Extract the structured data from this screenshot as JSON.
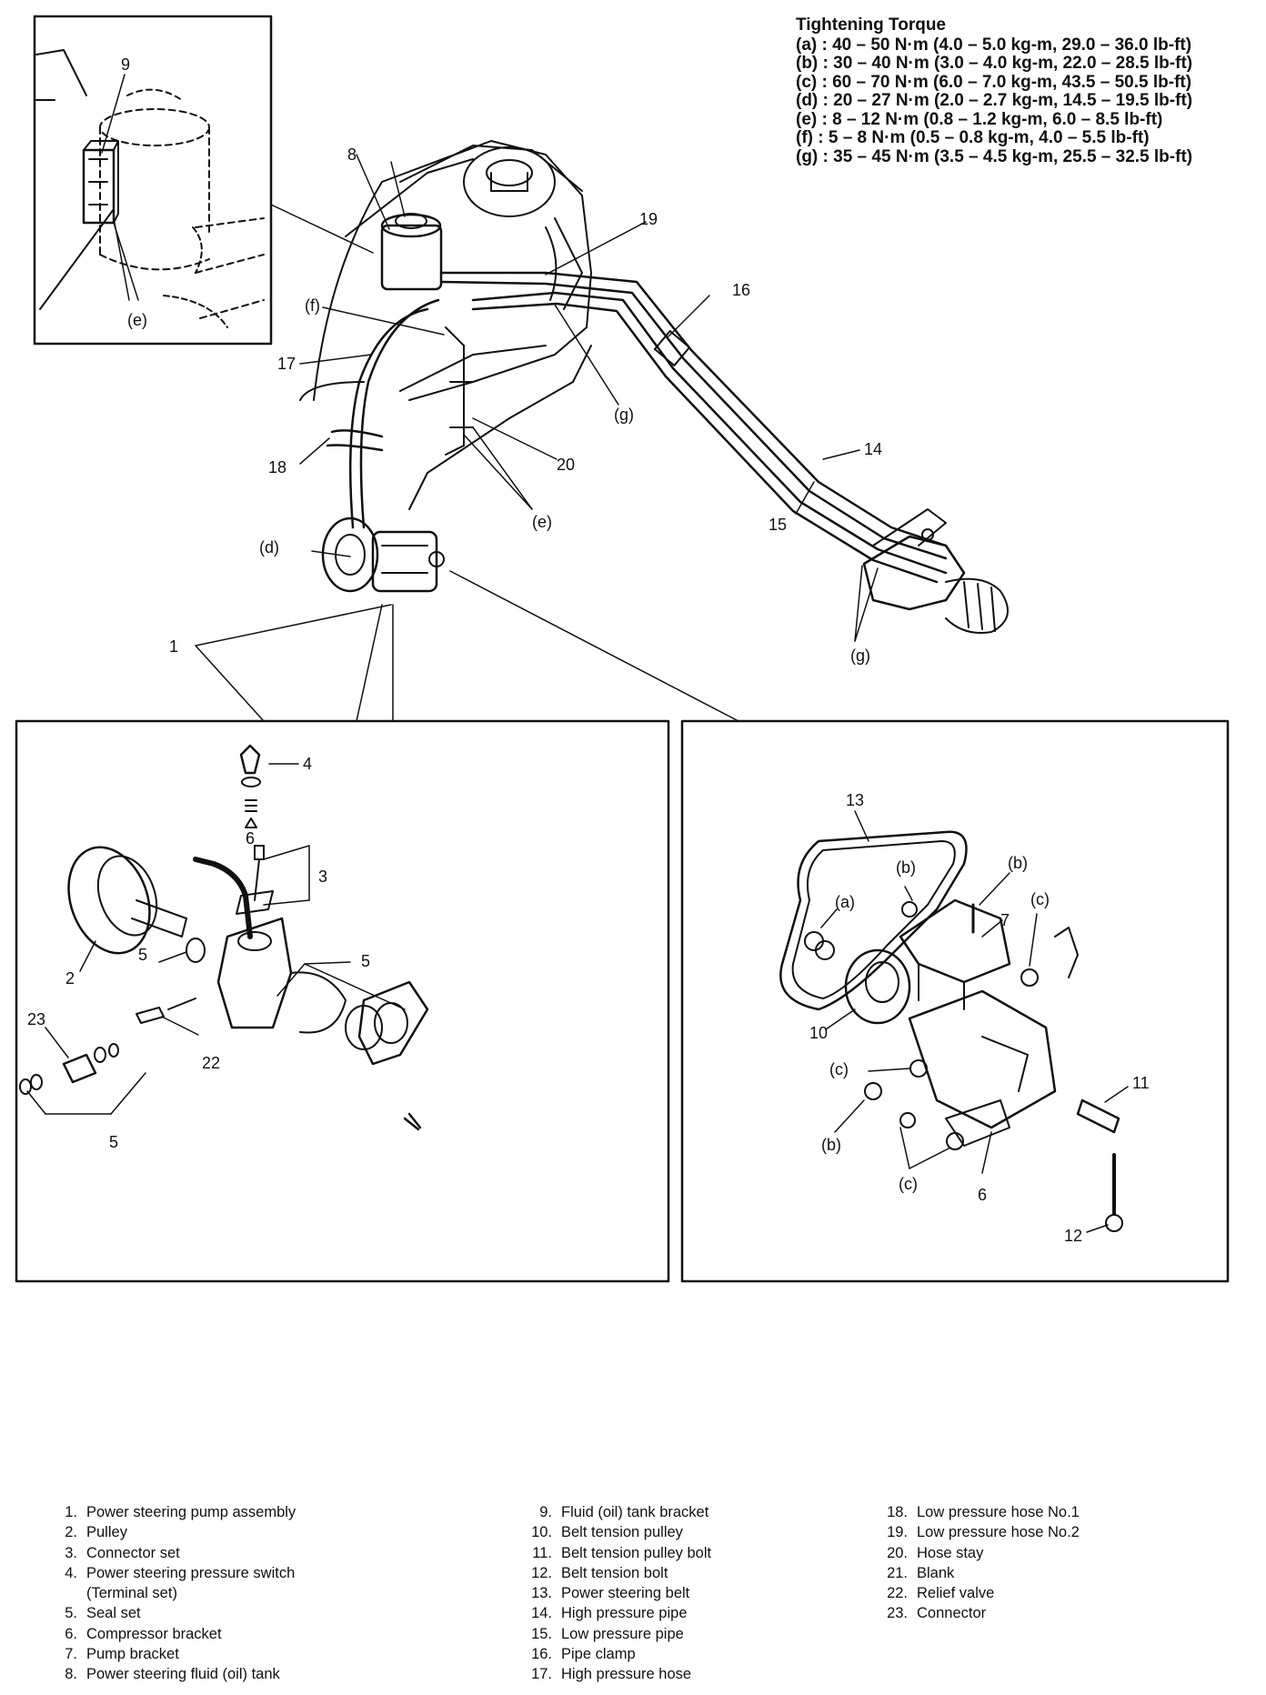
{
  "torque": {
    "title": "Tightening Torque",
    "rows": [
      "(a) : 40 – 50 N·m (4.0 – 5.0 kg-m, 29.0 – 36.0 lb-ft)",
      "(b) : 30 – 40 N·m (3.0 – 4.0 kg-m, 22.0 – 28.5 lb-ft)",
      "(c) : 60 – 70 N·m (6.0 – 7.0 kg-m, 43.5 – 50.5 lb-ft)",
      "(d) : 20 – 27 N·m (2.0 – 2.7 kg-m, 14.5 – 19.5 lb-ft)",
      "(e) : 8 – 12 N·m (0.8 – 1.2 kg-m, 6.0 – 8.5 lb-ft)",
      "(f)  : 5 – 8 N·m (0.5 – 0.8 kg-m, 4.0 – 5.5 lb-ft)",
      "(g) : 35 – 45 N·m (3.5 – 4.5 kg-m, 25.5 – 32.5 lb-ft)"
    ]
  },
  "callouts": {
    "c1": "1",
    "c2": "2",
    "c3": "3",
    "c4": "4",
    "c5a": "5",
    "c5b": "5",
    "c5c": "5",
    "c6a": "6",
    "c6b": "6",
    "c7": "7",
    "c8": "8",
    "c9": "9",
    "c10": "10",
    "c11": "11",
    "c12": "12",
    "c13": "13",
    "c14": "14",
    "c15": "15",
    "c16": "16",
    "c17": "17",
    "c18": "18",
    "c19": "19",
    "c20": "20",
    "c22": "22",
    "c23": "23",
    "ca": "(a)",
    "cb1": "(b)",
    "cb2": "(b)",
    "cb3": "(b)",
    "cc1": "(c)",
    "cc2": "(c)",
    "cc3": "(c)",
    "cd": "(d)",
    "ce1": "(e)",
    "ce2": "(e)",
    "cf": "(f)",
    "cg1": "(g)",
    "cg2": "(g)"
  },
  "legend": {
    "col1": [
      {
        "num": "1.",
        "label": "Power steering pump assembly"
      },
      {
        "num": "2.",
        "label": "Pulley"
      },
      {
        "num": "3.",
        "label": "Connector set"
      },
      {
        "num": "4.",
        "label": "Power steering pressure switch"
      },
      {
        "num": "",
        "label": "(Terminal set)"
      },
      {
        "num": "5.",
        "label": "Seal set"
      },
      {
        "num": "6.",
        "label": "Compressor bracket"
      },
      {
        "num": "7.",
        "label": "Pump bracket"
      },
      {
        "num": "8.",
        "label": "Power steering fluid (oil) tank"
      }
    ],
    "col2": [
      {
        "num": "9.",
        "label": "Fluid (oil) tank bracket"
      },
      {
        "num": "10.",
        "label": "Belt tension pulley"
      },
      {
        "num": "11.",
        "label": "Belt tension pulley bolt"
      },
      {
        "num": "12.",
        "label": "Belt tension bolt"
      },
      {
        "num": "13.",
        "label": "Power steering belt"
      },
      {
        "num": "14.",
        "label": "High pressure pipe"
      },
      {
        "num": "15.",
        "label": "Low pressure pipe"
      },
      {
        "num": "16.",
        "label": "Pipe clamp"
      },
      {
        "num": "17.",
        "label": "High pressure hose"
      }
    ],
    "col3": [
      {
        "num": "18.",
        "label": "Low pressure hose No.1"
      },
      {
        "num": "19.",
        "label": "Low pressure hose No.2"
      },
      {
        "num": "20.",
        "label": "Hose stay"
      },
      {
        "num": "21.",
        "label": "Blank"
      },
      {
        "num": "22.",
        "label": "Relief valve"
      },
      {
        "num": "23.",
        "label": "Connector"
      }
    ]
  }
}
